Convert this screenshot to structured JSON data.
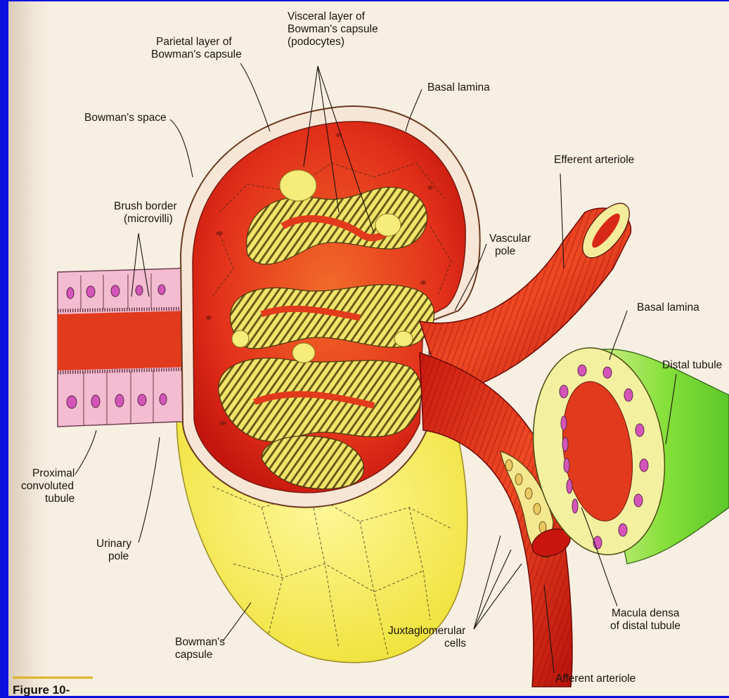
{
  "labels": {
    "parietal_layer": [
      "Parietal layer of",
      "Bowman's capsule"
    ],
    "visceral_layer": [
      "Visceral layer of",
      "Bowman's capsule",
      "(podocytes)"
    ],
    "basal_lamina_top": "Basal lamina",
    "bowmans_space": "Bowman's space",
    "efferent_arteriole": "Efferent arteriole",
    "brush_border": [
      "Brush border",
      "(microvilli)"
    ],
    "vascular_pole": [
      "Vascular",
      "pole"
    ],
    "basal_lamina_right": "Basal lamina",
    "distal_tubule": "Distal tubule",
    "proximal_tubule": [
      "Proximal",
      "convoluted",
      "tubule"
    ],
    "urinary_pole": [
      "Urinary",
      "pole"
    ],
    "bowmans_capsule": [
      "Bowman's",
      "capsule"
    ],
    "juxtaglomerular_cells": [
      "Juxtaglomerular",
      "cells"
    ],
    "macula_densa": [
      "Macula densa",
      "of distal tubule"
    ],
    "afferent_arteriole": "Afferent arteriole",
    "figure_caption": "Figure 10-"
  },
  "colors": {
    "frame": "#0b10e0",
    "capsule_yellow": "#f4ec4a",
    "glomerulus_red": "#e2301a",
    "podocyte_yellow": "#f0e66a",
    "tubule_pink": "#f3bcd0",
    "nucleus_magenta": "#d455b8",
    "distal_green": "#86e03a"
  }
}
